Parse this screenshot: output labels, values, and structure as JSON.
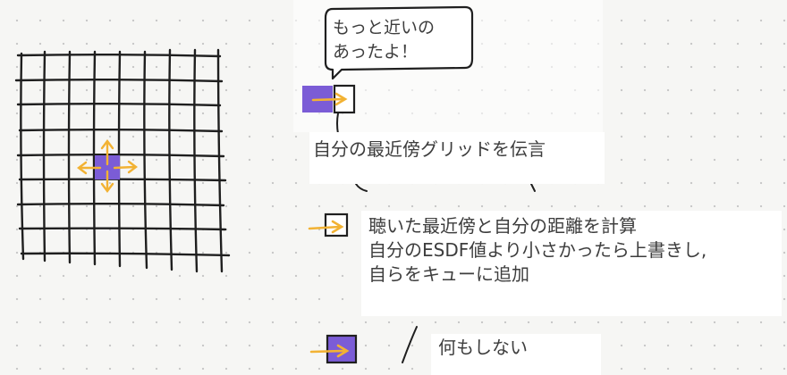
{
  "bubble": {
    "line1": "もっと近いの",
    "line2": "あったよ！"
  },
  "steps": {
    "propagate": "自分の最近傍グリッドを伝言",
    "compute_line1": "聴いた最近傍と自分の距離を計算",
    "compute_line2": "自分のESDF値より小さかったら上書きし,",
    "compute_line3": "自らをキューに追加",
    "nothing": "何もしない"
  },
  "colors": {
    "accent_purple": "#7b5cd6",
    "arrow_orange": "#f2b233",
    "ink": "#1f1f1f",
    "paper": "#f6f6f4"
  },
  "icons": {
    "grid": "grid-icon",
    "cell_filled": "filled-cell-icon",
    "cell_empty": "empty-cell-icon",
    "arrow": "arrow-icon",
    "speech": "speech-bubble-icon"
  }
}
